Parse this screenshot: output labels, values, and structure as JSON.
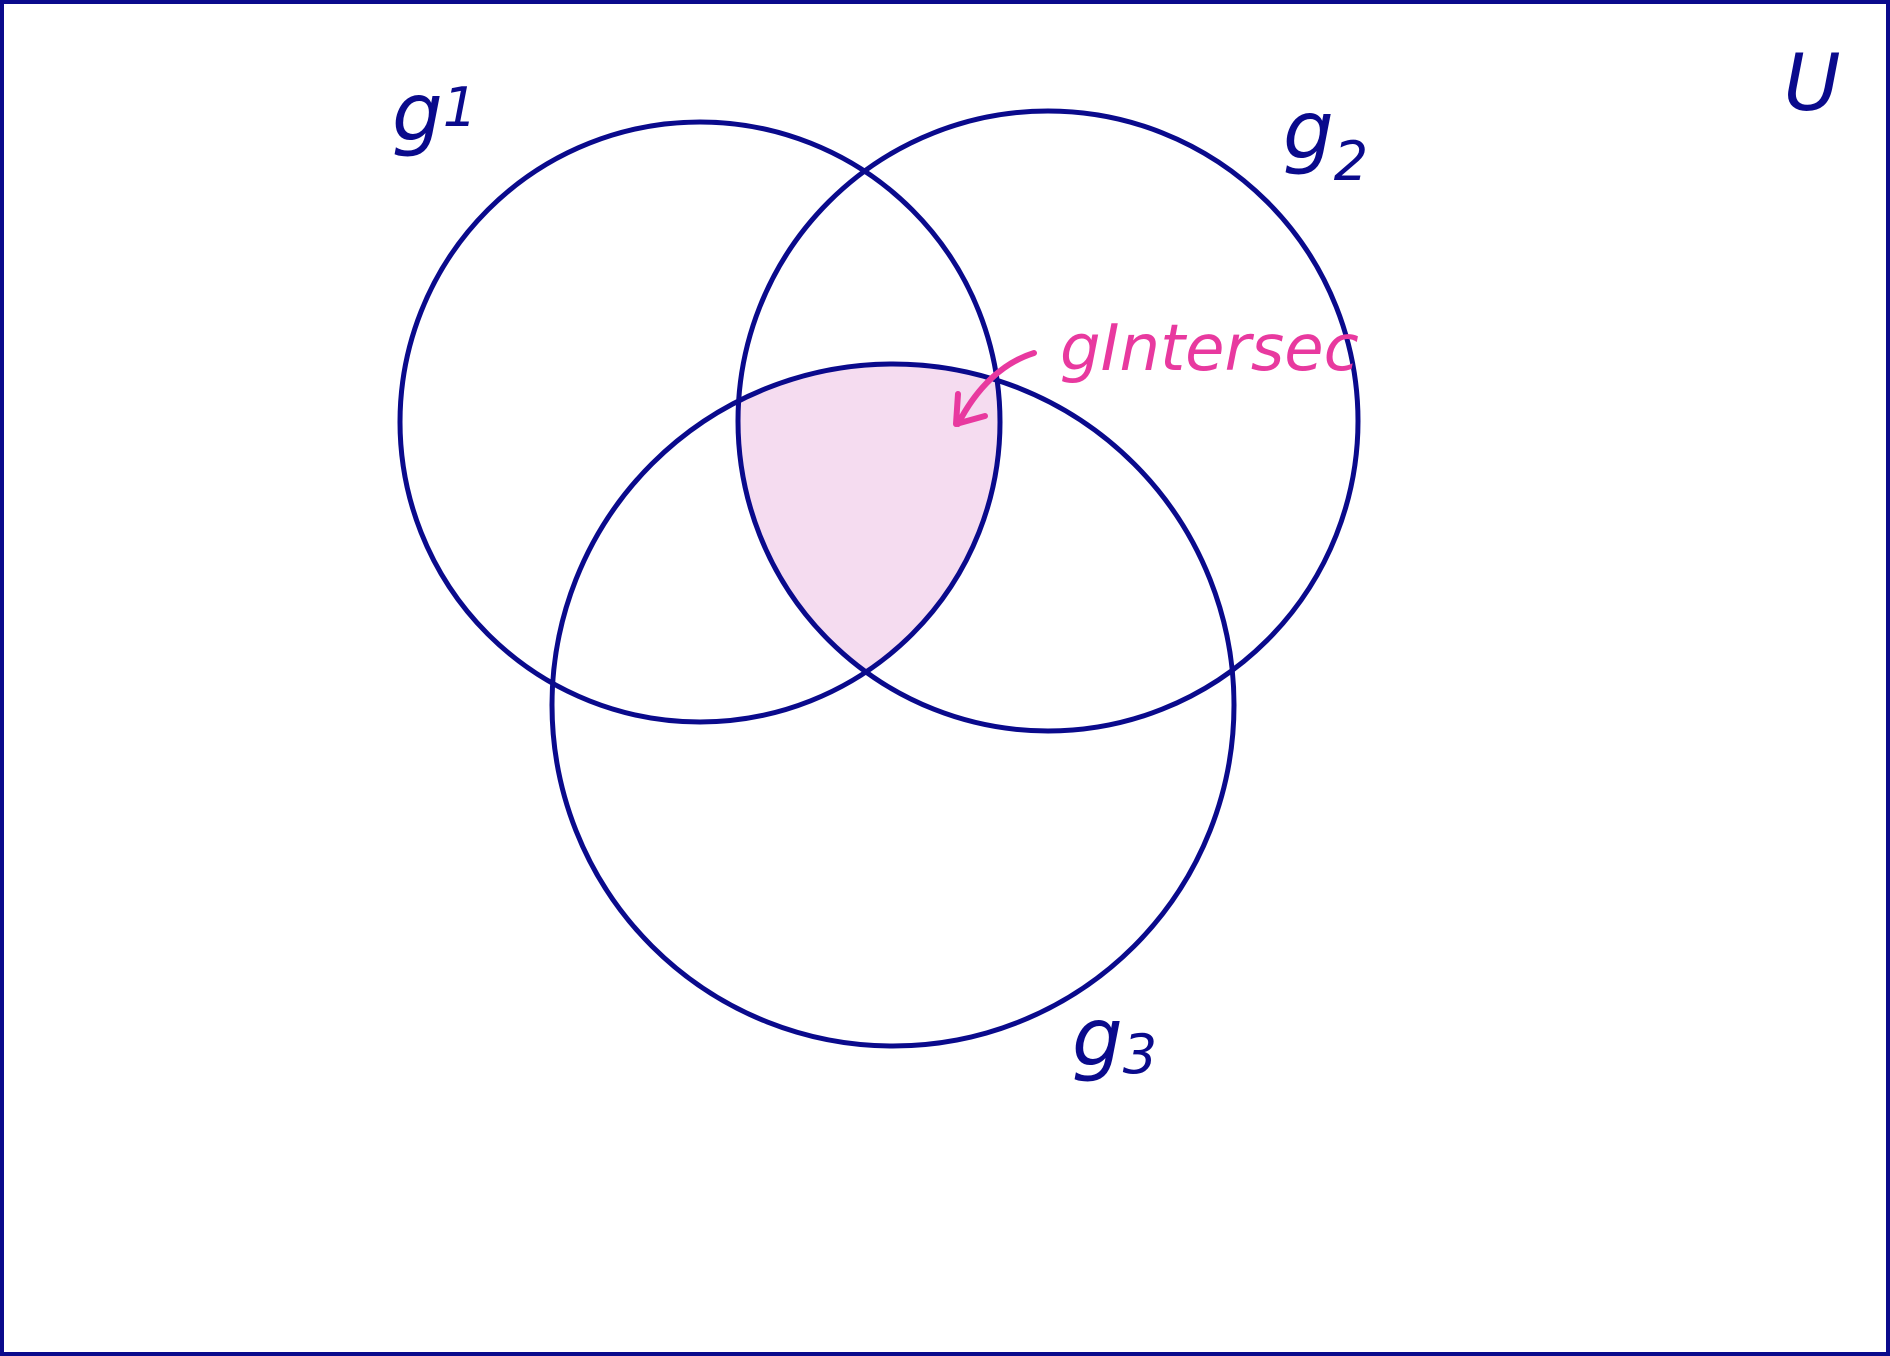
{
  "universe": {
    "label": "U"
  },
  "sets": [
    {
      "id": "g1",
      "label": "g",
      "subscript": "1"
    },
    {
      "id": "g2",
      "label": "g",
      "subscript": "2"
    },
    {
      "id": "g3",
      "label": "g",
      "subscript": "3"
    }
  ],
  "highlight": {
    "label": "gIntersec",
    "region": [
      "g1",
      "g2",
      "g3"
    ]
  },
  "colors": {
    "outline": "#0a0a8c",
    "highlight_text": "#e8399f",
    "highlight_fill": "#f5dcf0",
    "background": "#ffffff"
  }
}
